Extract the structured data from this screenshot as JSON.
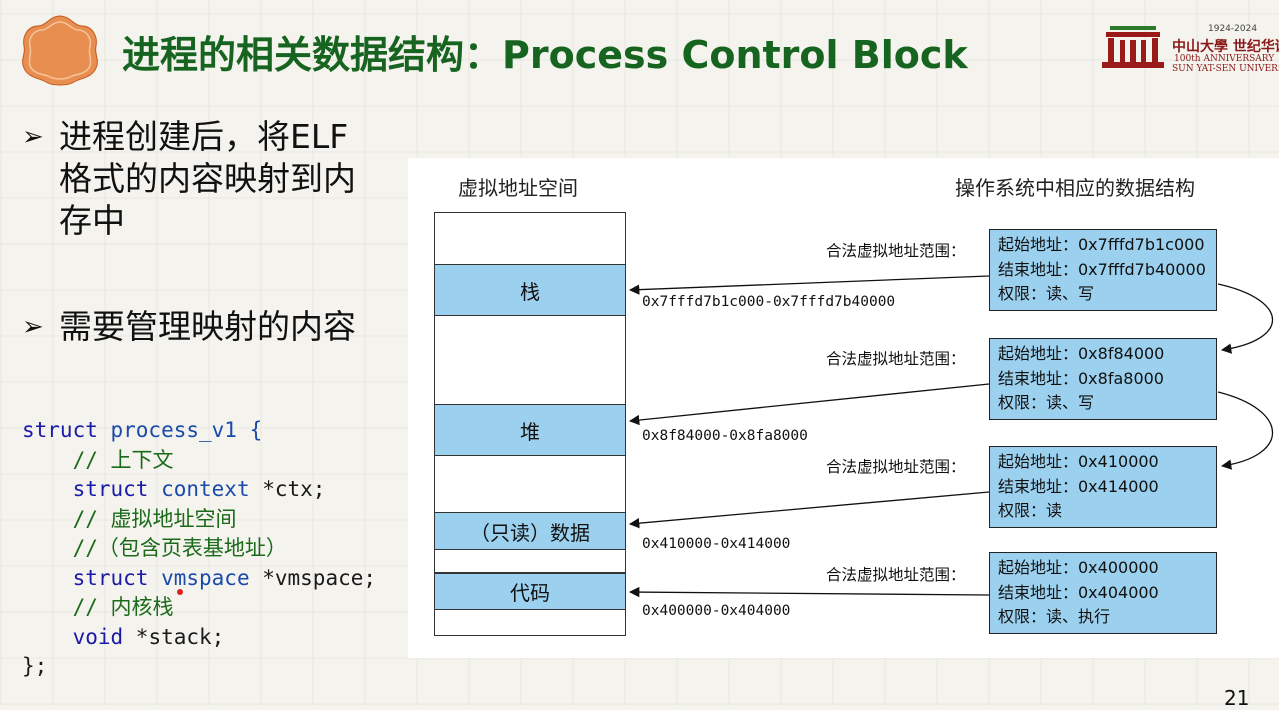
{
  "title": "进程的相关数据结构：Process Control Block",
  "university": {
    "years": "1924-2024",
    "name": "中山大學 世纪华诞",
    "anniversary": "100th ANNIVERSARY",
    "english": "SUN YAT-SEN UNIVERSITY"
  },
  "bullets": [
    {
      "marker": "➢",
      "text": "进程创建后，将ELF格式的内容映射到内存中"
    },
    {
      "marker": "➢",
      "text": "需要管理映射的内容"
    }
  ],
  "code": {
    "l1_kw": "struct",
    "l1_id": " process_v1 {",
    "l2": "    // 上下文",
    "l3_kw": "    struct",
    "l3_ty": " context",
    "l3_id": " *ctx;",
    "l4": "    // 虚拟地址空间",
    "l5": "    //（包含页表基地址）",
    "l6_kw": "    struct",
    "l6_ty": " vmspace",
    "l6_id": " *vmspace;",
    "l7": "    // 内核栈",
    "l8_kw": "    void",
    "l8_id": " *stack;",
    "l9": "};"
  },
  "diagram": {
    "left_label": "虚拟地址空间",
    "right_label": "操作系统中相应的数据结构",
    "segments": [
      "栈",
      "堆",
      "（只读）数据",
      "代码"
    ],
    "ranges": [
      "0x7fffd7b1c000-0x7fffd7b40000",
      "0x8f84000-0x8fa8000",
      "0x410000-0x414000",
      "0x400000-0x404000"
    ],
    "legal_label": "合法虚拟地址范围：",
    "vmas": [
      {
        "start": "起始地址：0x7fffd7b1c000",
        "end": "结束地址：0x7fffd7b40000",
        "perm": "权限：读、写"
      },
      {
        "start": "起始地址：0x8f84000",
        "end": "结束地址：0x8fa8000",
        "perm": "权限：读、写"
      },
      {
        "start": "起始地址：0x410000",
        "end": "结束地址：0x414000",
        "perm": "权限：读"
      },
      {
        "start": "起始地址：0x400000",
        "end": "结束地址：0x404000",
        "perm": "权限：读、执行"
      }
    ]
  },
  "page_number": "21",
  "colors": {
    "title": "#16641f",
    "segment": "#9bd0ee",
    "comment": "#1a6a1a",
    "keyword": "#1a1aaa"
  }
}
